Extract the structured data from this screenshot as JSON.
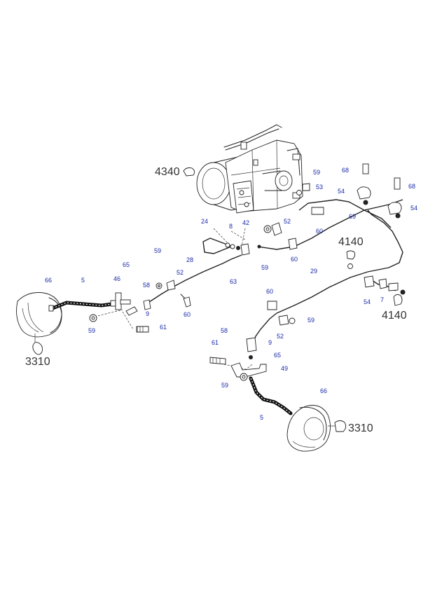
{
  "callouts": {
    "c66a": "66",
    "c5a": "5",
    "c46": "46",
    "c65a": "65",
    "c59a": "59",
    "c58a": "58",
    "c9a": "9",
    "c52a": "52",
    "c28": "28",
    "c24": "24",
    "c8": "8",
    "c42": "42",
    "c63": "63",
    "c60a": "60",
    "c61a": "61",
    "c59b": "59",
    "c52b": "52",
    "c59c": "59",
    "c60b": "60",
    "c59d": "59",
    "c53": "53",
    "c60c": "60",
    "c68a": "68",
    "c54a": "54",
    "c69": "69",
    "c68b": "68",
    "c54b": "54",
    "c29": "29",
    "c60d": "60",
    "c54c": "54",
    "c7": "7",
    "c52c": "52",
    "c59e": "59",
    "c58b": "58",
    "c61b": "61",
    "c9b": "9",
    "c65b": "65",
    "c49": "49",
    "c59f": "59",
    "c66b": "66",
    "c5b": "5"
  },
  "references": {
    "r4340": "4340",
    "r4140a": "4140",
    "r4140b": "4140",
    "r3310a": "3310",
    "r3310b": "3310"
  },
  "colors": {
    "callout": "#1a2ba8",
    "reference": "#333333",
    "line": "#222222"
  }
}
